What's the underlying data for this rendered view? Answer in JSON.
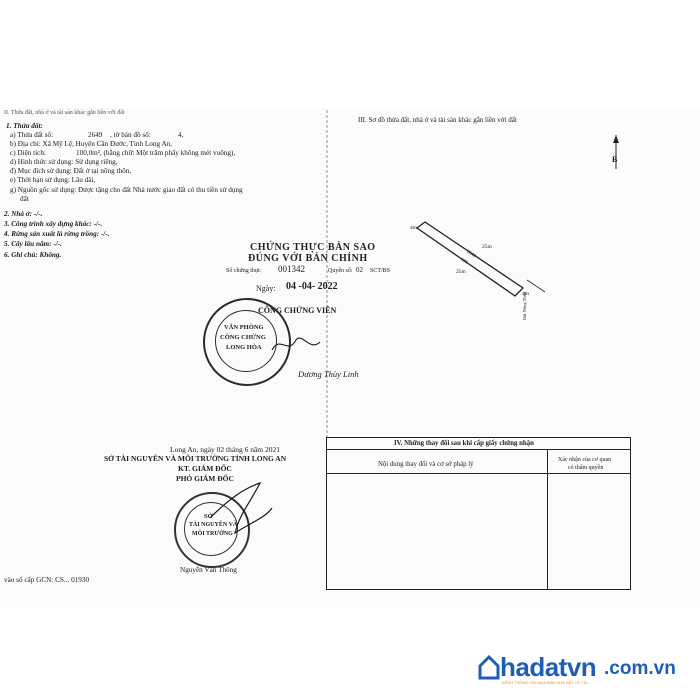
{
  "left": {
    "cut_header": "II. Thửa đất, nhà ở và tài sản khác gắn liền với đất",
    "section1": "1. Thửa đất:",
    "parcel_no_label": "a) Thửa đất số:",
    "parcel_no": "2649",
    "map_sheet_label": ", tờ bản đồ số:",
    "map_sheet": "4,",
    "address": "b) Địa chỉ:  Xã Mỹ Lệ, Huyện Cần Đước, Tỉnh Long An,",
    "area_label": "c) Diện tích:",
    "area_value": "100,0m², (bằng chữ: Một trăm phẩy không mét vuông),",
    "use_form": "d) Hình thức sử dụng:   Sử dụng riêng,",
    "purpose": "đ) Mục đích sử dụng:   Đất ở tại nông thôn,",
    "duration": "e) Thời hạn sử dụng:   Lâu dài,",
    "origin_1": "g) Nguồn gốc sử dụng:   Được tặng cho đất Nhà nước giao đất có thu tiền sử dụng",
    "origin_2": "đất",
    "section2": "2. Nhà ở: -/-.",
    "section3": "3. Công trình xây dựng khác: -/-.",
    "section4": "4. Rừng sản xuất là rừng trồng: -/-.",
    "section5": "5. Cây lâu năm: -/-.",
    "section6": "6. Ghi chú: Không.",
    "date_line": "Long An, ngày  02  tháng  6  năm 2021",
    "department": "SỞ TÀI NGUYÊN VÀ MÔI TRƯỜNG TỈNH LONG AN",
    "kt": "KT. GIÁM ĐỐC",
    "deputy": "PHÓ GIÁM ĐỐC",
    "stamp_text_1": "SỞ",
    "stamp_text_2": "TÀI NGUYÊN VÀ",
    "stamp_text_3": "MÔI TRƯỜNG",
    "signer": "Nguyễn Văn Thông",
    "issue_no": "vào sổ cấp GCN: CS...  01930"
  },
  "right": {
    "section3_title": "III. Sơ đồ thửa đất, nhà ở và tài sản khác gắn liền với đất",
    "north": "B",
    "dim_top": "25m",
    "dim_bottom": "25m",
    "dim_left": "4m",
    "dim_right": "4m",
    "plot_label": "2649",
    "plot_area": "100",
    "road_label": "Đất Nông Thôn",
    "cert_line1": "CHỨNG THỰC BẢN SAO",
    "cert_line2": "ĐÚNG VỚI BẢN CHÍNH",
    "cert_no_label": "Số chứng thực",
    "cert_no": "001342",
    "cert_book_label": "Quyển số:",
    "cert_book": "02",
    "cert_book_suffix": "SCT/BS",
    "cert_date_label": "Ngày:",
    "cert_date": "04 -04- 2022",
    "notary_title": "CÔNG CHỨNG VIÊN",
    "notary_office_1": "VĂN PHÒNG",
    "notary_office_2": "CÔNG CHỨNG",
    "notary_office_3": "LONG HÒA",
    "notary_signature": "Dương Thùy Linh",
    "table_title": "IV. Những thay đổi sau khi cấp giấy chứng nhận",
    "col1": "Nội dung thay đổi và cơ sở pháp lý",
    "col2_1": "Xác nhận của cơ quan",
    "col2_2": "có thẩm quyền"
  },
  "logo": {
    "brand": "hadatvn",
    "domain": ".com.vn",
    "tagline": "KÊNH THÔNG TIN MUA BÁN NHÀ ĐẤT UY TÍN"
  },
  "colors": {
    "logo_blue": "#1f5fb3",
    "logo_orange": "#f28a1c",
    "ink": "#1c1c1c"
  }
}
